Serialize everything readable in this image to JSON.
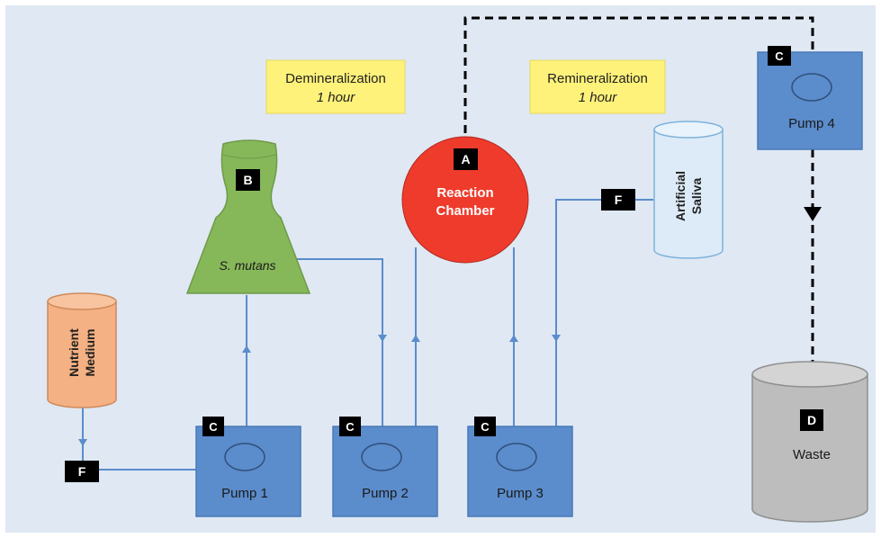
{
  "labels": {
    "demineralization": {
      "title": "Demineralization",
      "duration": "1 hour"
    },
    "remineralization": {
      "title": "Remineralization",
      "duration": "1 hour"
    }
  },
  "pumps": [
    {
      "name": "Pump 1",
      "badge": "C"
    },
    {
      "name": "Pump 2",
      "badge": "C"
    },
    {
      "name": "Pump 3",
      "badge": "C"
    },
    {
      "name": "Pump 4",
      "badge": "C"
    }
  ],
  "reaction_chamber": {
    "badge": "A",
    "line1": "Reaction",
    "line2": "Chamber"
  },
  "s_mutans": {
    "badge": "B",
    "label": "S. mutans"
  },
  "nutrient_medium": {
    "line1": "Nutrient",
    "line2": "Medium"
  },
  "artificial_saliva": {
    "line1": "Artificial",
    "line2": "Saliva"
  },
  "waste": {
    "badge": "D",
    "label": "Waste"
  },
  "filters": [
    {
      "badge": "F"
    },
    {
      "badge": "F"
    }
  ],
  "colors": {
    "background": "#dfe8f3",
    "pump": "#5b8ccc",
    "pump_border": "#4a79b6",
    "chamber": "#ee3b2c",
    "flask": "#86b85a",
    "nutrient": "#f4b183",
    "saliva": "#dcebf7",
    "waste": "#bdbdbd",
    "label_box": "#fff27a",
    "tubing": "#5b8ccc",
    "badge": "#000000"
  }
}
